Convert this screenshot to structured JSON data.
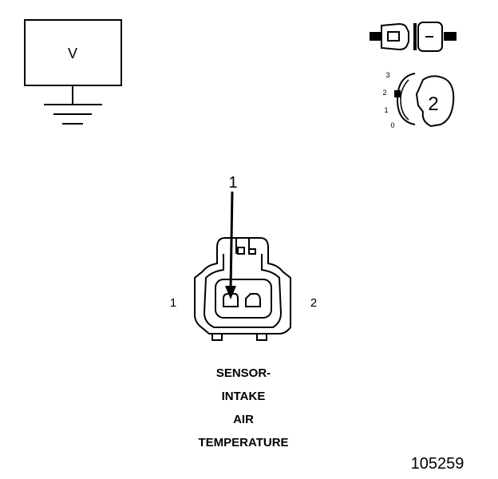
{
  "voltmeter": {
    "symbol": "V"
  },
  "key_switch": {
    "positions": [
      "3",
      "2",
      "1",
      "0"
    ],
    "selected": "2"
  },
  "connector": {
    "callout": "1",
    "pin_left": "1",
    "pin_right": "2"
  },
  "component_label": [
    "SENSOR-",
    "INTAKE",
    "AIR",
    "TEMPERATURE"
  ],
  "figure_number": "105259"
}
